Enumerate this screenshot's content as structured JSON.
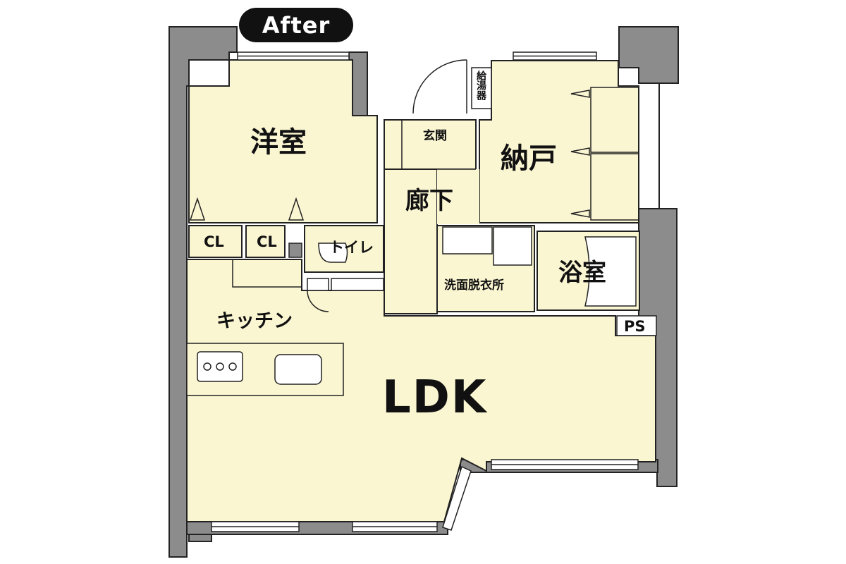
{
  "header": {
    "badge_label": "After"
  },
  "rooms": {
    "western_room": "洋室",
    "closet_1": "CL",
    "closet_2": "CL",
    "storage_room": "納戸",
    "entrance": "玄関",
    "hallway": "廊下",
    "toilet": "トイレ",
    "washroom": "洗面脱衣所",
    "bathroom": "浴室",
    "kitchen": "キッチン",
    "ldk": "LDK",
    "pipe_space": "PS",
    "water_heater": "給湯器"
  },
  "colors": {
    "wall": "#8c8c8c",
    "floor": "#fbf6d2",
    "line": "#222222",
    "badge": "#111111",
    "badge_text": "#ffffff"
  }
}
